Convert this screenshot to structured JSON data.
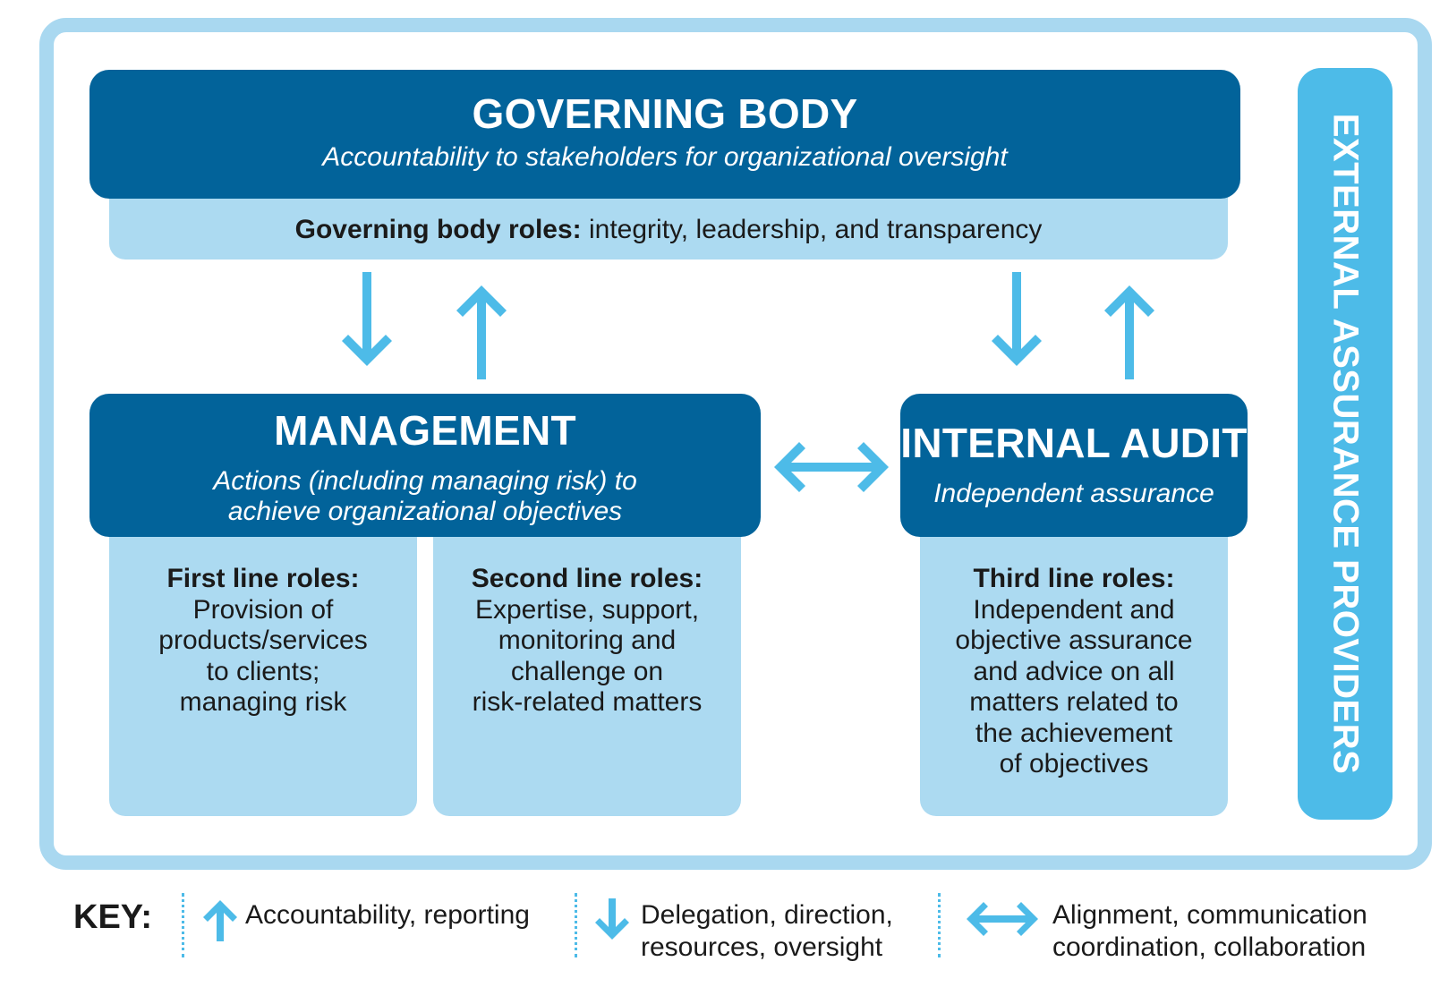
{
  "governing_body": {
    "title": "GOVERNING BODY",
    "subtitle": "Accountability to stakeholders for organizational oversight",
    "roles_title": "Governing body roles:",
    "roles_text": " integrity, leadership, and transparency"
  },
  "management": {
    "title": "MANAGEMENT",
    "subtitle_line1": "Actions (including managing risk) to",
    "subtitle_line2": "achieve organizational objectives"
  },
  "first_line": {
    "title": "First line roles:",
    "lines": [
      "Provision of",
      "products/services",
      "to clients;",
      "managing risk"
    ]
  },
  "second_line": {
    "title": "Second line roles:",
    "lines": [
      "Expertise, support,",
      "monitoring and",
      "challenge on",
      "risk-related matters"
    ]
  },
  "internal_audit": {
    "title": "INTERNAL AUDIT",
    "subtitle": "Independent assurance"
  },
  "third_line": {
    "title": "Third line roles:",
    "lines": [
      "Independent and",
      "objective assurance",
      "and advice on all",
      "matters related to",
      "the achievement",
      "of objectives"
    ]
  },
  "external": {
    "label": "EXTERNAL ASSURANCE PROVIDERS"
  },
  "key": {
    "label": "KEY:",
    "accountability": "Accountability, reporting",
    "delegation_line1": "Delegation, direction,",
    "delegation_line2": "resources, oversight",
    "alignment_line1": "Alignment, communication",
    "alignment_line2": "coordination, collaboration"
  },
  "colors": {
    "dark_blue": "#02639a",
    "light_blue": "#acdaf1",
    "accent_blue": "#4dbbe8",
    "frame_blue": "#a9d8f0"
  }
}
